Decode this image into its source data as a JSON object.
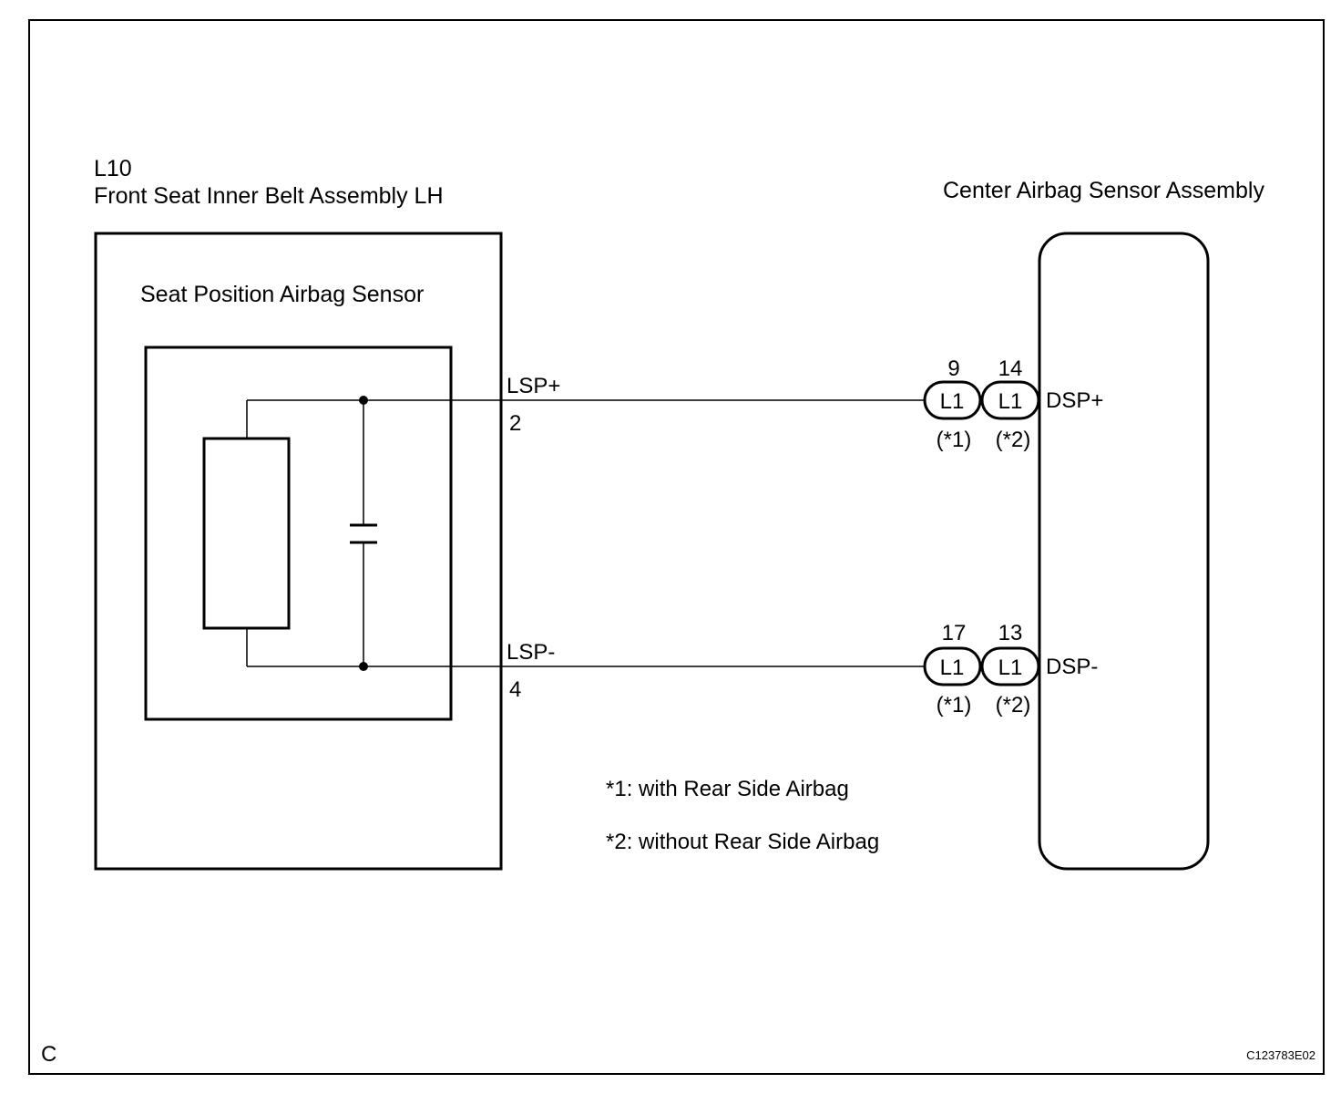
{
  "left_component": {
    "code": "L10",
    "name": "Front Seat Inner Belt Assembly LH",
    "sensor_label": "Seat Position Airbag Sensor",
    "terminals": [
      {
        "name": "LSP+",
        "pin": "2"
      },
      {
        "name": "LSP-",
        "pin": "4"
      }
    ]
  },
  "right_component": {
    "name": "Center Airbag Sensor Assembly",
    "terminals": [
      {
        "name": "DSP+",
        "connectors": [
          {
            "pin": "9",
            "connector": "L1",
            "note": "(*1)"
          },
          {
            "pin": "14",
            "connector": "L1",
            "note": "(*2)"
          }
        ]
      },
      {
        "name": "DSP-",
        "connectors": [
          {
            "pin": "17",
            "connector": "L1",
            "note": "(*1)"
          },
          {
            "pin": "13",
            "connector": "L1",
            "note": "(*2)"
          }
        ]
      }
    ]
  },
  "notes": [
    "*1: with Rear Side Airbag",
    "*2: without Rear Side Airbag"
  ],
  "corner_label": "C",
  "figure_id": "C123783E02"
}
